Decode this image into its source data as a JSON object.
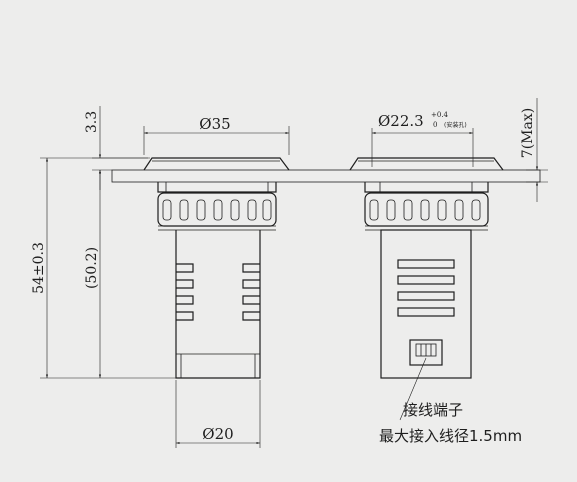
{
  "dimensions": {
    "flange_thickness": "3.3",
    "flange_diameter": "Ø35",
    "panel_hole_diameter": "Ø22.3",
    "panel_hole_tol_upper": "+0.4",
    "panel_hole_tol_lower": "0",
    "panel_hole_note": "(安装孔)",
    "panel_thickness": "7(Max)",
    "overall_height": "54±0.3",
    "body_height": "(50.2)",
    "body_diameter": "Ø20"
  },
  "notes": {
    "terminal_label": "接线端子",
    "wire_spec": "最大接入线径1.5mm"
  },
  "colors": {
    "background": "#ededec",
    "line": "#1e1e1e"
  }
}
